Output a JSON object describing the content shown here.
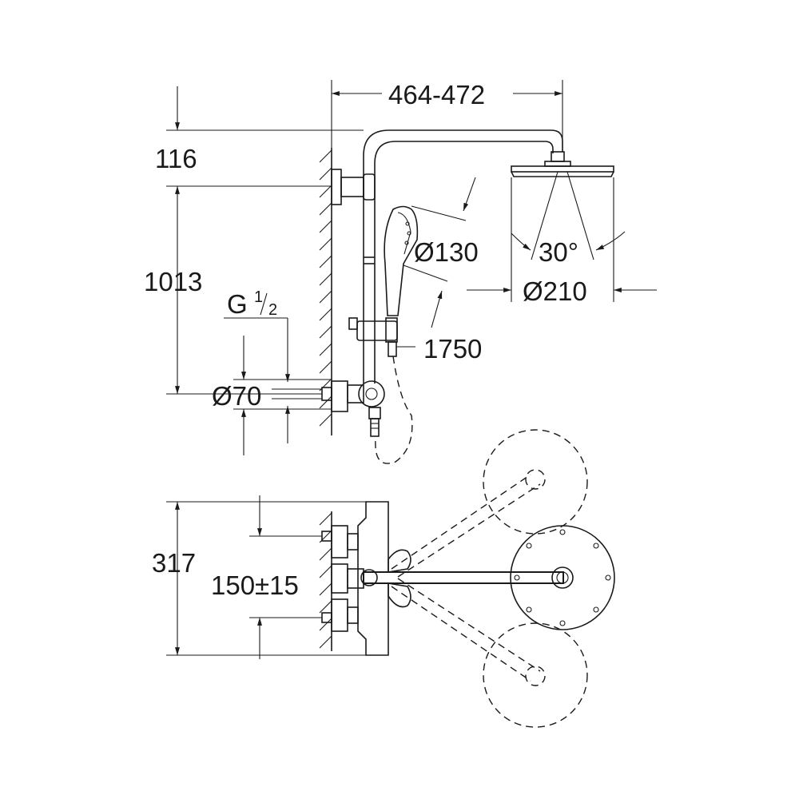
{
  "dimensions": {
    "width_arm": "464-472",
    "height_top": "116",
    "height_rail": "1013",
    "thread_main": "G",
    "thread_num": "1",
    "thread_den": "2",
    "escutcheon": "Ø70",
    "hand_shower": "Ø130",
    "spray_angle": "30°",
    "head_shower": "Ø210",
    "hose_length": "1750",
    "depth": "317",
    "centers": "150±15"
  }
}
